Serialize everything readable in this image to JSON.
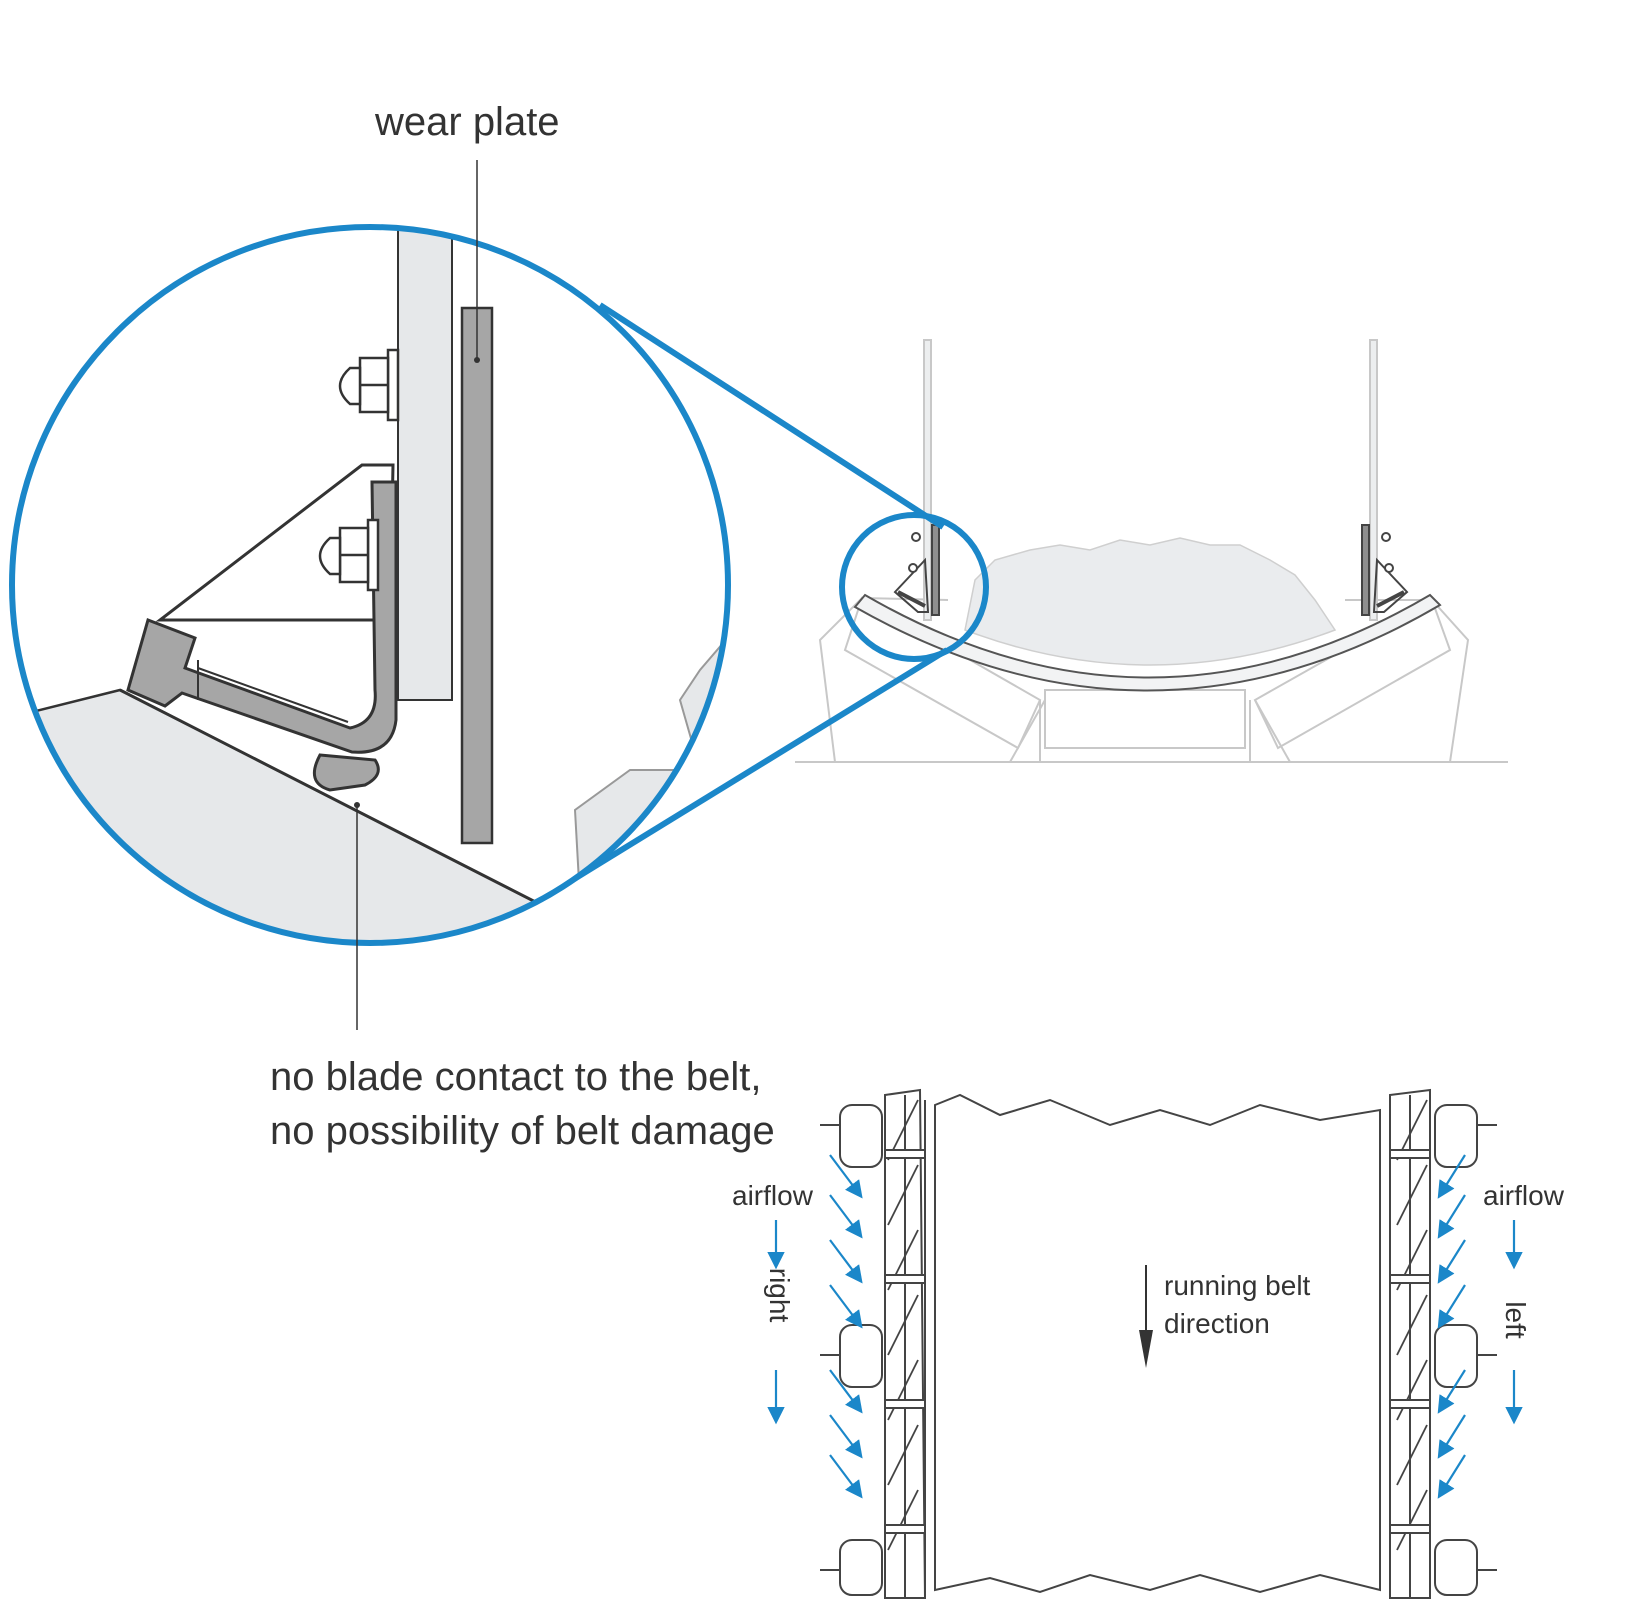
{
  "labels": {
    "wear_plate": "wear plate",
    "no_contact_line1": "no blade contact to the belt,",
    "no_contact_line2": "no possibility of belt damage",
    "airflow_left": "airflow",
    "airflow_right": "airflow",
    "right": "right",
    "left": "left",
    "running_belt_line1": "running belt",
    "running_belt_line2": "direction"
  },
  "colors": {
    "accent": "#1b87c9",
    "line": "#333333",
    "light_gray": "#e6e8ea",
    "mid_gray": "#a6a6a6",
    "faint_line": "#c8c8c8"
  }
}
